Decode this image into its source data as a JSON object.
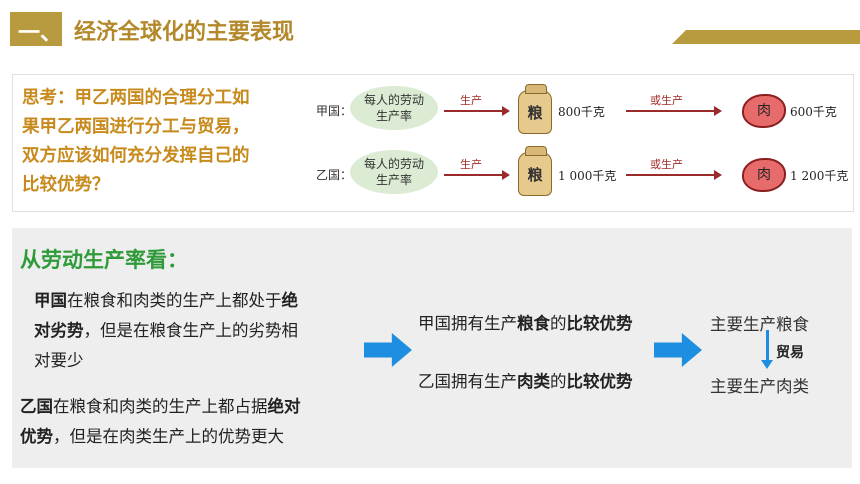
{
  "header": {
    "number": "一、",
    "title": "经济全球化的主要表现"
  },
  "think": {
    "lines": [
      "思考：甲乙两国的合理分工如",
      "果甲乙两国进行分工与贸易，",
      "双方应该如何充分发挥自己的",
      "比较优势？"
    ]
  },
  "figure": {
    "rows": [
      {
        "country": "甲国：",
        "productivity": [
          "每人的劳动",
          "生产率"
        ],
        "produce": "生产",
        "grain_char": "粮",
        "grain_amount": "800千克",
        "or_produce": "或生产",
        "meat_char": "肉",
        "meat_amount": "600千克"
      },
      {
        "country": "乙国：",
        "productivity": [
          "每人的劳动",
          "生产率"
        ],
        "produce": "生产",
        "grain_char": "粮",
        "grain_amount": "1 000千克",
        "or_produce": "或生产",
        "meat_char": "肉",
        "meat_amount": "1 200千克"
      }
    ]
  },
  "analysis": {
    "title": "从劳动生产率看：",
    "jia": {
      "name": "甲国",
      "t1": "在粮食和肉类的生产上都处于",
      "b1": "绝",
      "b2": "对劣势",
      "t2": "，但是在粮食生产上的劣势相",
      "t3": "对要少"
    },
    "yi": {
      "name": "乙国",
      "t1": "在粮食和肉类的生产上都占据",
      "b1": "绝对",
      "b2": "优势",
      "t2": "，但是在肉类生产上的优势更大"
    },
    "jia_adv": {
      "pre": "甲国拥有生产",
      "item": "粮食",
      "mid": "的",
      "adv": "比较优势"
    },
    "yi_adv": {
      "pre": "乙国拥有生产",
      "item": "肉类",
      "mid": "的",
      "adv": "比较优势"
    },
    "main_grain": "主要生产粮食",
    "trade": "贸易",
    "main_meat": "主要生产肉类"
  },
  "colors": {
    "gold": "#b89b3f",
    "title_gold": "#b3882a",
    "think_orange": "#c88a1c",
    "green": "#2f9a3a",
    "blue": "#1e8fe0"
  }
}
